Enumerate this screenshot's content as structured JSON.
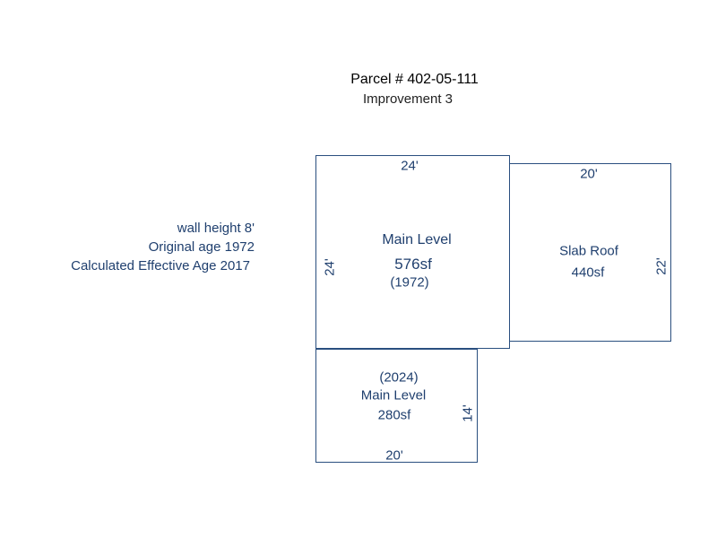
{
  "header": {
    "title": "Parcel # 402-05-111",
    "subtitle": "Improvement 3"
  },
  "info": {
    "wall_height": "wall height 8'",
    "original_age": "Original age 1972",
    "effective_age": "Calculated Effective Age 2017"
  },
  "rooms": {
    "main_level": {
      "top_dim": "24'",
      "left_dim": "24'",
      "name": "Main Level",
      "area": "576sf",
      "year": "(1972)"
    },
    "slab_roof": {
      "top_dim": "20'",
      "right_dim": "22'",
      "name": "Slab Roof",
      "area": "440sf"
    },
    "addition": {
      "year": "(2024)",
      "name": "Main Level",
      "area": "280sf",
      "right_dim": "14'",
      "bottom_dim": "20'"
    }
  },
  "colors": {
    "line": "#2a4f7f",
    "text": "#1f3f6e"
  }
}
